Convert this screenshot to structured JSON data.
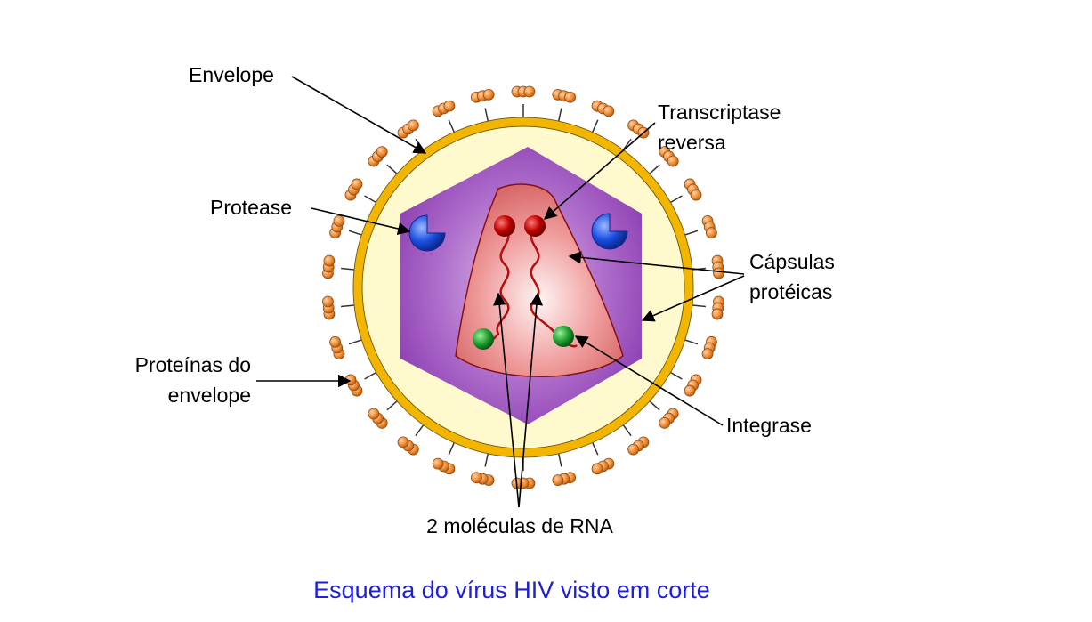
{
  "labels": {
    "envelope": "Envelope",
    "reverse_transcriptase_line1": "Transcriptase",
    "reverse_transcriptase_line2": "reversa",
    "protease": "Protease",
    "capsids_line1": "Cápsulas",
    "capsids_line2": "protéicas",
    "envelope_proteins_line1": "Proteínas do",
    "envelope_proteins_line2": "envelope",
    "integrase": "Integrase",
    "rna": "2 moléculas de RNA"
  },
  "caption": "Esquema do vírus HIV visto em corte",
  "colors": {
    "caption": "#1f1fd6",
    "envelope_ring": "#f2b600",
    "envelope_inner": "#fffacd",
    "capsid_outer": "#9040b0",
    "capsid_inner": "#d8b0e8",
    "core": "#e89090",
    "core_edge": "#8a1010",
    "rna": "#b01010",
    "transcriptase": "#c00000",
    "integrase": "#20a030",
    "protease": "#1a4fe0",
    "spike": "#f08a30"
  }
}
